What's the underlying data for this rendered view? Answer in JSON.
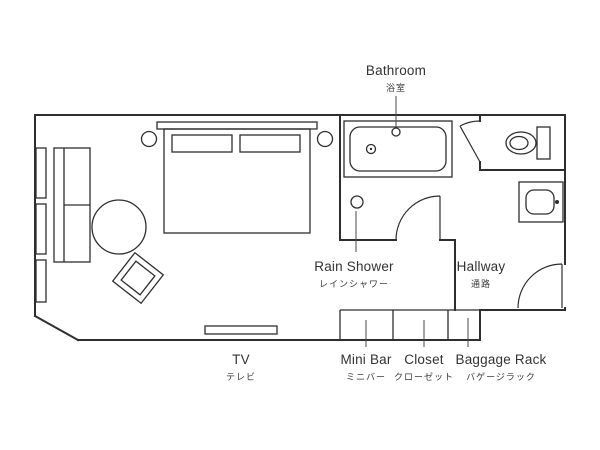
{
  "colors": {
    "wall_line": "#2e2e2e",
    "label_text": "#333333",
    "background": "#ffffff"
  },
  "labels": {
    "bathroom": {
      "en": "Bathroom",
      "ja": "浴室"
    },
    "rain_shower": {
      "en": "Rain Shower",
      "ja": "レインシャワー"
    },
    "hallway": {
      "en": "Hallway",
      "ja": "通路"
    },
    "tv": {
      "en": "TV",
      "ja": "テレビ"
    },
    "mini_bar": {
      "en": "Mini Bar",
      "ja": "ミニバー"
    },
    "closet": {
      "en": "Closet",
      "ja": "クローゼット"
    },
    "baggage_rack": {
      "en": "Baggage Rack",
      "ja": "バゲージラック"
    }
  }
}
